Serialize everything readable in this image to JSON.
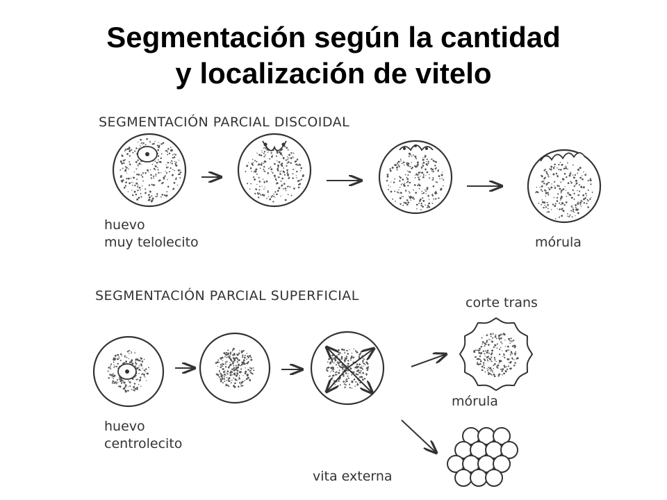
{
  "title": {
    "line1": "Segmentación según la cantidad",
    "line2": "y localización de vitelo"
  },
  "discoidal": {
    "heading": "SEGMENTACIÓN PARCIAL DISCOIDAL",
    "egg_label_1": "huevo",
    "egg_label_2": "muy telolecito",
    "end_label": "mórula"
  },
  "superficial": {
    "heading": "SEGMENTACIÓN PARCIAL SUPERFICIAL",
    "egg_label_1": "huevo",
    "egg_label_2": "centrolecito",
    "section_label": "corte trans",
    "morula_label": "mórula",
    "external_label": "vita externa"
  }
}
